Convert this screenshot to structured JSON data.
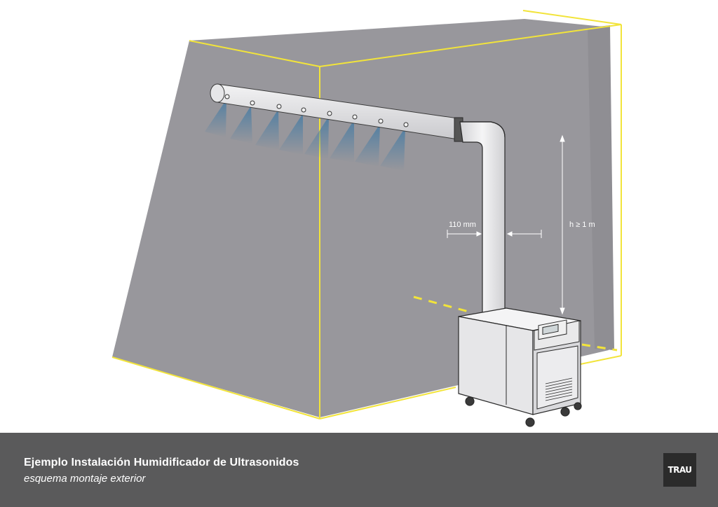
{
  "footer": {
    "title": "Ejemplo Instalación Humidificador de Ultrasonidos",
    "subtitle": "esquema montaje exterior"
  },
  "logo": {
    "text": "TRAU"
  },
  "dimensions": {
    "pipe_diameter": "110 mm",
    "height": "h ≥ 1 m"
  },
  "colors": {
    "wall": "#98979c",
    "outline": "#f2e43a",
    "footer": "#5a5a5b",
    "pipe": "#e8e8ea",
    "mist": "#4e7ea3"
  },
  "icons": {
    "nozzle": "nozzle-icon",
    "logo": "trau-logo"
  }
}
